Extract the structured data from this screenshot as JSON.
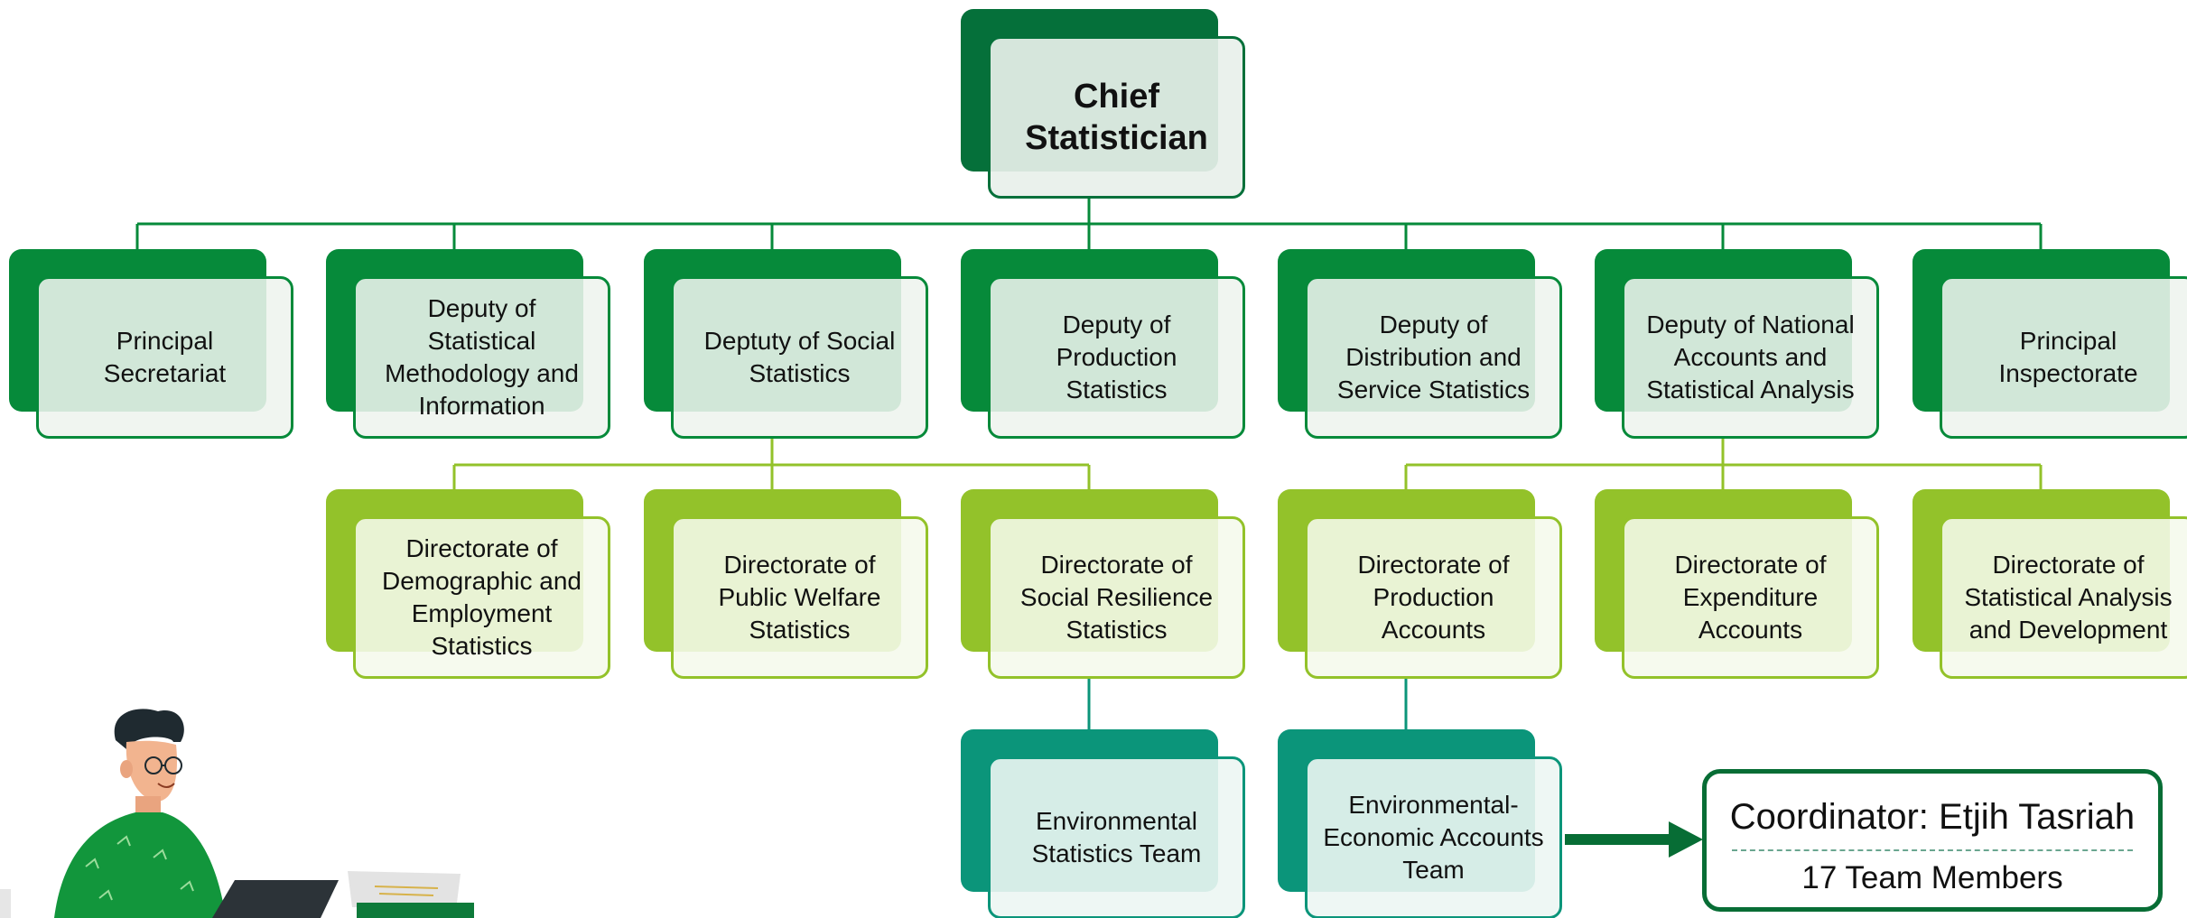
{
  "colors": {
    "root": "#05703a",
    "level1": "#068a3a",
    "level2": "#93c22a",
    "level3": "#0b957a",
    "connector_main": "#068a3a",
    "connector_sub": "#93c22a"
  },
  "chart": {
    "root": {
      "label": "Chief\nStatistician"
    },
    "deputies": [
      {
        "label": "Principal\nSecretariat"
      },
      {
        "label": "Deputy of\nStatistical\nMethodology and\nInformation"
      },
      {
        "label": "Deptuty of Social\nStatistics"
      },
      {
        "label": "Deputy of\nProduction\nStatistics"
      },
      {
        "label": "Deputy of\nDistribution and\nService Statistics"
      },
      {
        "label": "Deputy of National\nAccounts and\nStatistical Analysis"
      },
      {
        "label": "Principal\nInspectorate"
      }
    ],
    "directorates": [
      {
        "label": "Directorate of\nDemographic and\nEmployment\nStatistics"
      },
      {
        "label": "Directorate of\nPublic Welfare\nStatistics"
      },
      {
        "label": "Directorate of\nSocial Resilience\nStatistics"
      },
      {
        "label": "Directorate of\nProduction\nAccounts"
      },
      {
        "label": "Directorate of\nExpenditure\nAccounts"
      },
      {
        "label": "Directorate of\nStatistical Analysis\nand Development"
      }
    ],
    "teams": [
      {
        "label": "Environmental\nStatistics Team"
      },
      {
        "label": "Environmental-\nEconomic Accounts\nTeam"
      }
    ]
  },
  "coordinator": {
    "title": "Coordinator: Etjih Tasriah",
    "members": "17 Team Members"
  }
}
